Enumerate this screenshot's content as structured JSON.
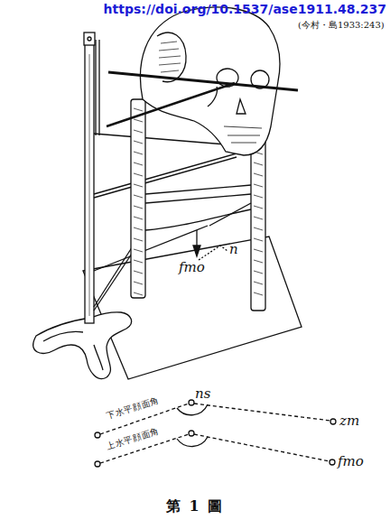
{
  "diagram": {
    "caption": "第 1 圖",
    "labels": [
      "https://doi.org/10.1537/ase1911.48.237",
      "(今村・島1933:243)",
      "fmo",
      "n",
      "ns",
      "zm",
      "fmo",
      "下水平顔面角",
      "上水平顔面角"
    ]
  }
}
